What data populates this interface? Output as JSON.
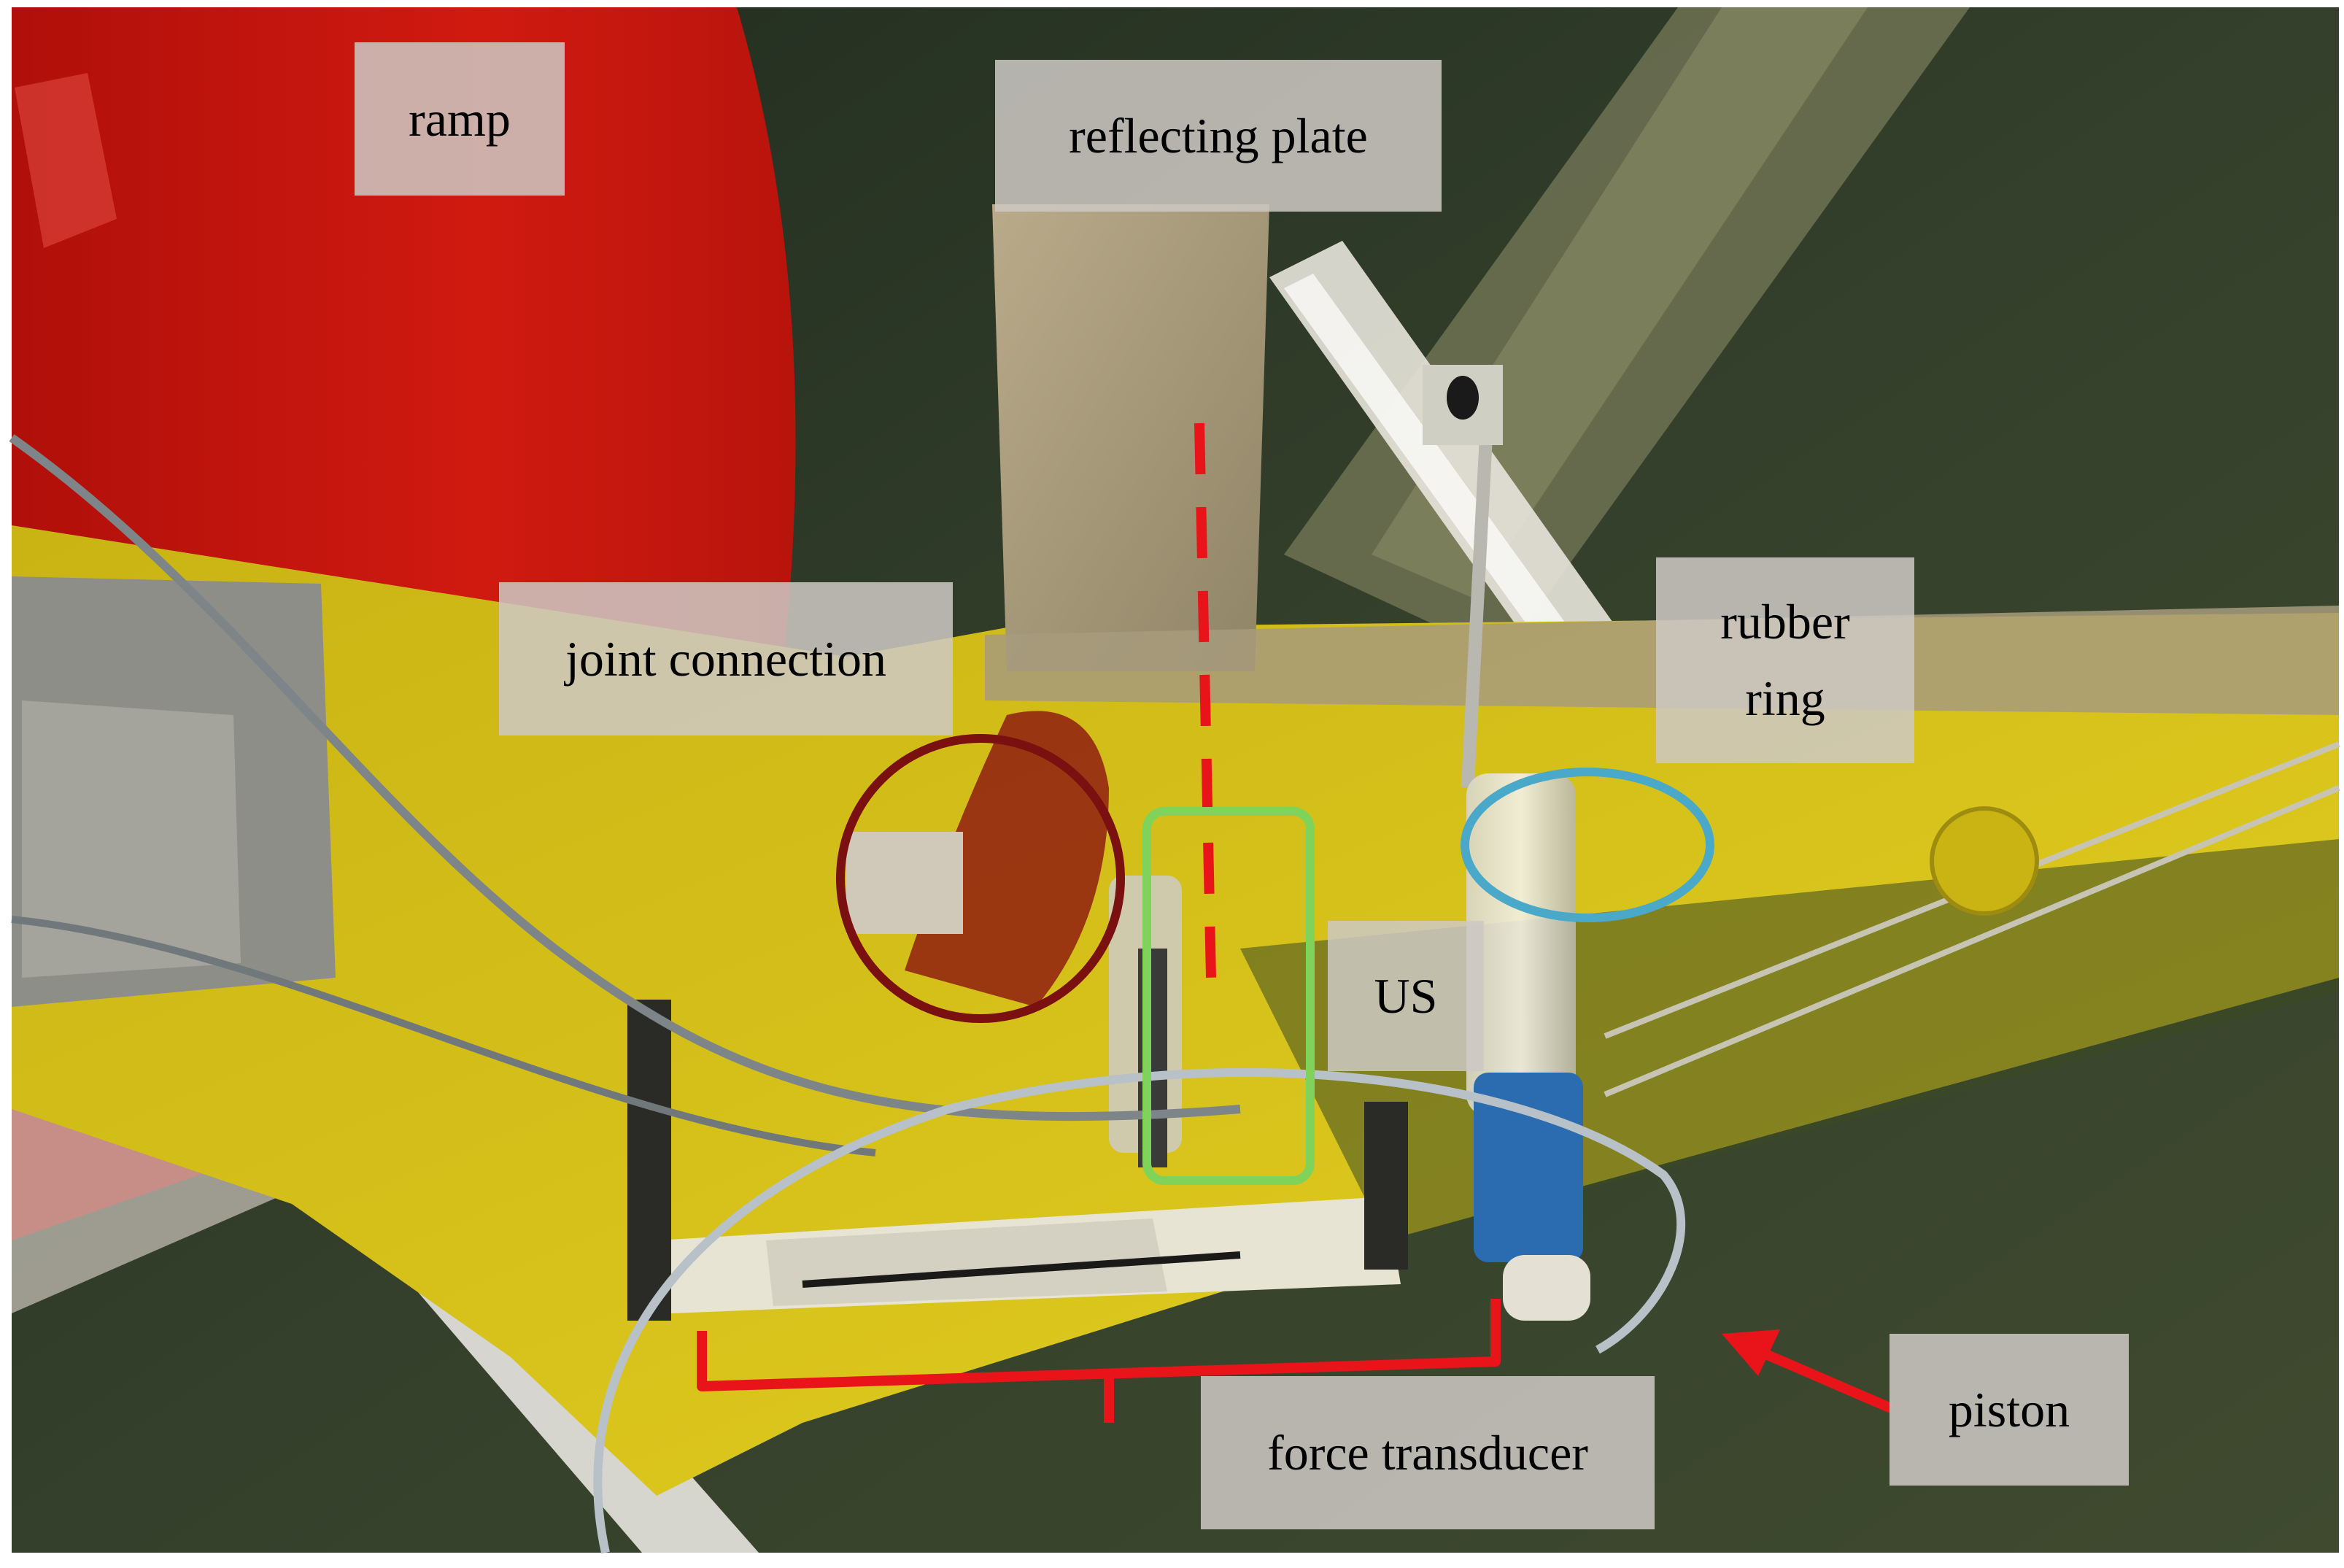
{
  "annotations": {
    "ramp": "ramp",
    "reflecting_plate": "reflecting plate",
    "joint_connection": "joint connection",
    "rubber_ring_line1": "rubber",
    "rubber_ring_line2": "ring",
    "us": "US",
    "piston": "piston",
    "force_transducer": "force transducer"
  },
  "colors": {
    "ramp_red": "#c8140c",
    "hull_yellow": "#d6c21a",
    "water_dark": "#2e3a28",
    "marker_red": "#e8141a",
    "circle_darkred": "#7a1010",
    "box_green": "#7fd35a",
    "ellipse_blue": "#4aa8c8"
  }
}
